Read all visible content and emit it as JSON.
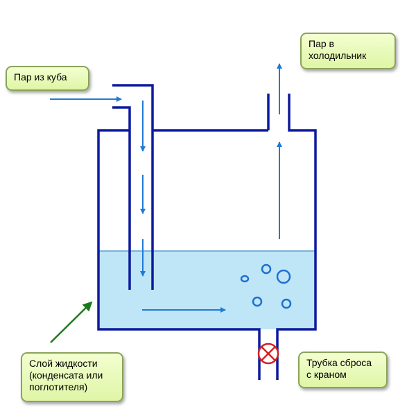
{
  "labels": {
    "steam_in": "Пар из куба",
    "steam_out_line1": "Пар в",
    "steam_out_line2": "холодильник",
    "liquid_line1": "Слой жидкости",
    "liquid_line2": "(конденсата или",
    "liquid_line3": "поглотителя)",
    "drain_line1": "Трубка сброса",
    "drain_line2": "с краном"
  },
  "colors": {
    "wall": "#0d1a9e",
    "liquid": "#bfe6f7",
    "liquid_line": "#5a9ed6",
    "flow_arrow": "#1f7ad6",
    "pointer_arrow": "#1a7a1a",
    "valve": "#d42020",
    "label_fill": "#e8f9b8",
    "label_border": "#8aa35a"
  },
  "icons": {
    "valve": "valve-icon",
    "bubble": "bubble-icon"
  }
}
